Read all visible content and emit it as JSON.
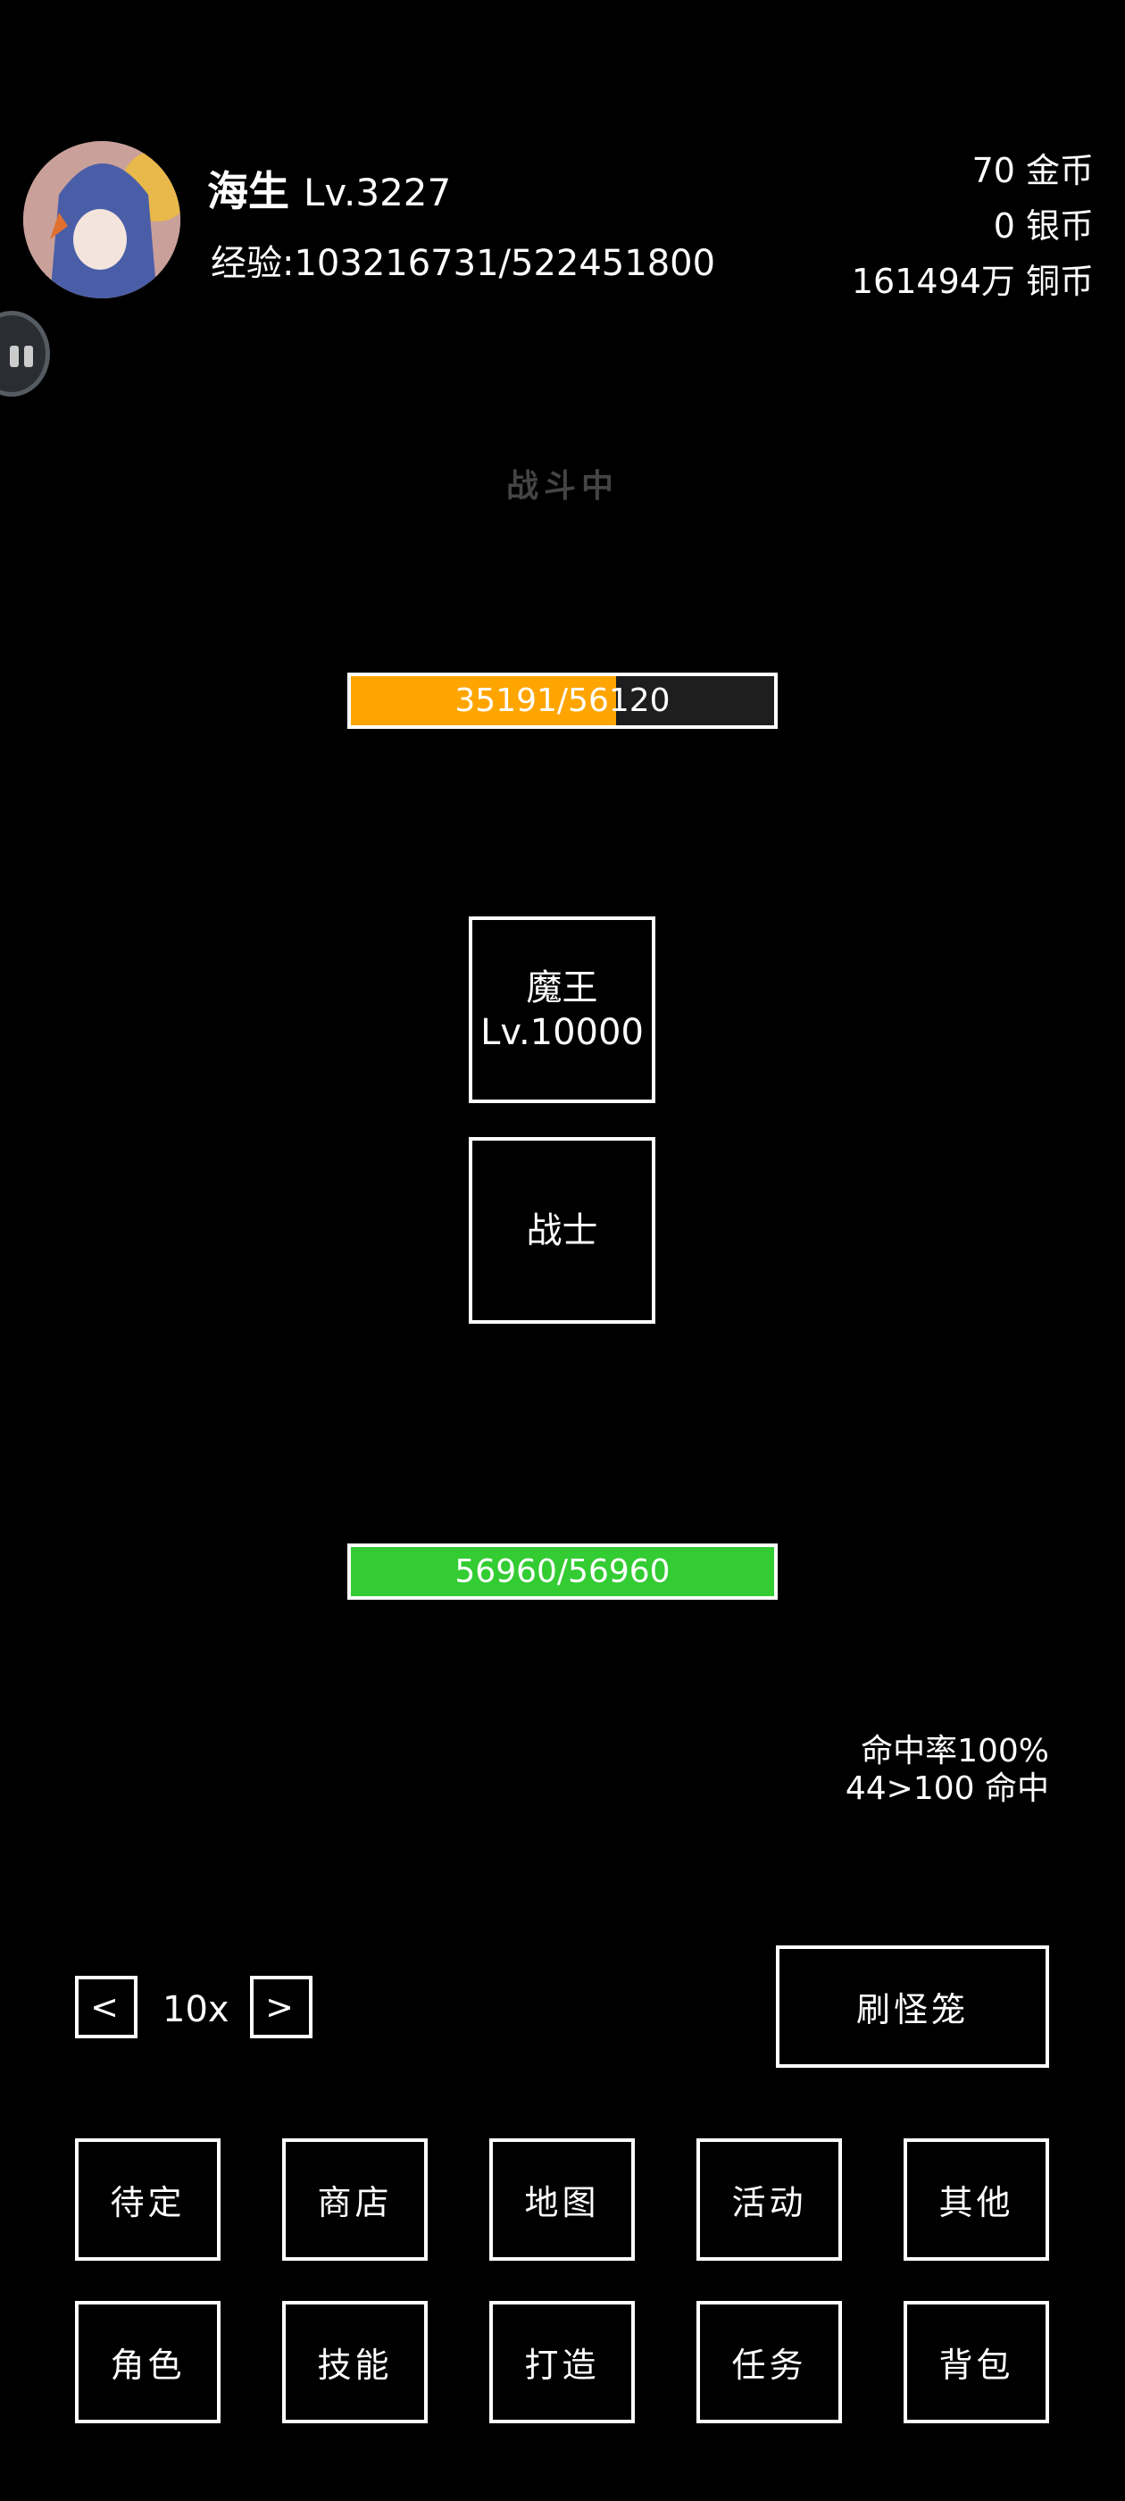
{
  "player": {
    "name": "海生",
    "level": "Lv.3227",
    "exp": "经验:103216731/522451800"
  },
  "currency": {
    "gold": "70 金币",
    "silver": "0 银币",
    "copper": "161494万 铜币"
  },
  "battle": {
    "status": "战斗中",
    "enemy_hp": {
      "current": 35191,
      "max": 56120,
      "label": "35191/56120",
      "color": "#ffa500"
    },
    "enemy": {
      "name": "魔王",
      "level": "Lv.10000"
    },
    "player_unit": {
      "name": "战士"
    },
    "player_hp": {
      "current": 56960,
      "max": 56960,
      "label": "56960/56960",
      "color": "#33cc33"
    },
    "hit_rate": "命中率100%",
    "hit_roll": "44>100 命中"
  },
  "controls": {
    "prev": "<",
    "speed": "10x",
    "next": ">",
    "spawner": "刷怪笼"
  },
  "menu": {
    "row1": [
      "待定",
      "商店",
      "地图",
      "活动",
      "其他"
    ],
    "row2": [
      "角色",
      "技能",
      "打造",
      "任务",
      "背包"
    ]
  }
}
